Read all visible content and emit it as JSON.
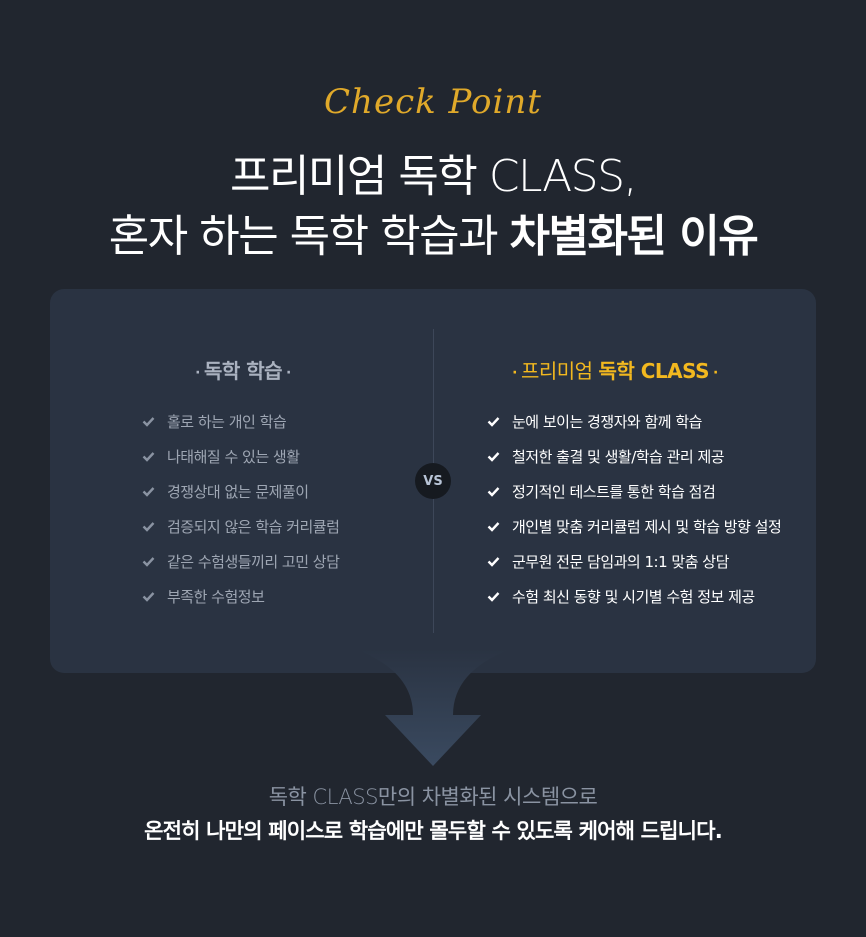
{
  "header": {
    "script": "Check Point",
    "line1": "프리미엄 독학 CLASS,",
    "line2_plain": "혼자 하는 독학 학습과 ",
    "line2_bold": "차별화된 이유"
  },
  "left_column": {
    "title": "독학 학습",
    "items": [
      "홀로 하는 개인 학습",
      "나태해질 수 있는 생활",
      "경쟁상대 없는 문제풀이",
      "검증되지 않은 학습 커리큘럼",
      "같은 수험생들끼리 고민 상담",
      "부족한 수험정보"
    ]
  },
  "right_column": {
    "title_plain": "프리미엄 ",
    "title_bold": "독학 CLASS",
    "items": [
      "눈에 보이는 경쟁자와 함께 학습",
      "철저한 출결 및 생활/학습 관리 제공",
      "정기적인 테스트를 통한 학습 점검",
      "개인별 맞춤 커리큘럼 제시 및 학습 방향 설정",
      "군무원 전문 담임과의 1:1 맞춤 상담",
      "수험 최신 동향 및 시기별 수험 정보 제공"
    ]
  },
  "vs_label": "VS",
  "footer": {
    "line1": "독학 CLASS만의 차별화된 시스템으로",
    "line2": "온전히 나만의 페이스로 학습에만 몰두할 수 있도록 케어해 드립니다."
  },
  "colors": {
    "accent": "#f2b81f",
    "script": "#e0a92a",
    "panel": "#2a3342",
    "background": "#21262f"
  }
}
